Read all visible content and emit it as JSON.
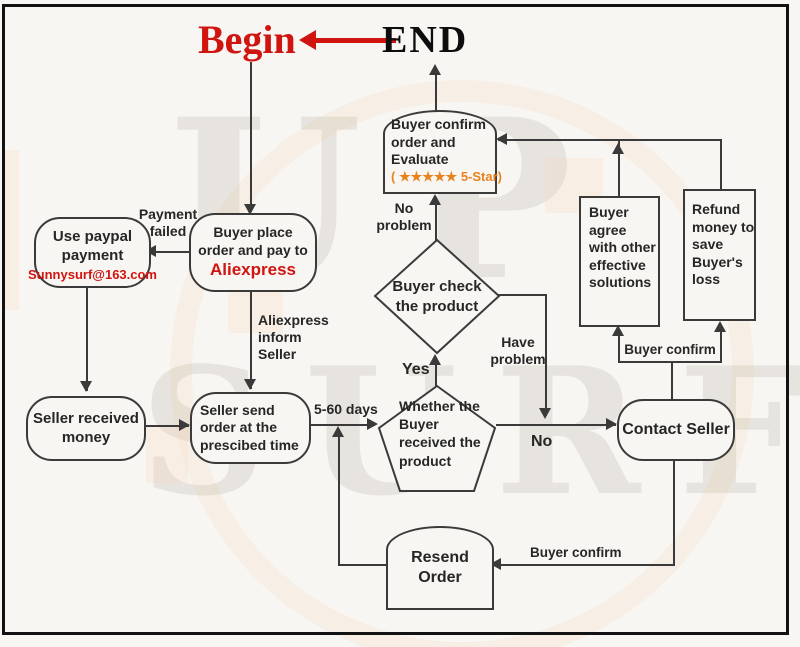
{
  "watermark": {
    "top": "UP",
    "bottom": "SURF"
  },
  "flow": {
    "begin": "Begin",
    "end": "END",
    "nodes": {
      "evaluate": {
        "text": "Buyer confirm order and Evaluate",
        "rating": "( ★★★★★ 5-Star)"
      },
      "paypal": {
        "text": "Use paypal payment",
        "email": "Sunnysurf@163.com"
      },
      "place_order": {
        "text": "Buyer place order and pay to",
        "platform": "Aliexpress"
      },
      "seller_received": {
        "text": "Seller received money"
      },
      "seller_send": {
        "text": "Seller send order at the prescibed time"
      },
      "whether_received": {
        "text": "Whether the Buyer received the product"
      },
      "buyer_check": {
        "text": "Buyer check the product"
      },
      "buyer_agree": {
        "text": "Buyer agree with other effective solutions"
      },
      "refund": {
        "text": "Refund money to save Buyer's loss"
      },
      "contact_seller": {
        "text": "Contact Seller"
      },
      "resend_order": {
        "text": "Resend Order"
      }
    },
    "labels": {
      "payment_failed": "Payment failed",
      "aliexpress_inform": "Aliexpress inform Seller",
      "shipping_days": "5-60 days",
      "yes": "Yes",
      "no_problem": "No problem",
      "have_problem": "Have problem",
      "no": "No",
      "buyer_confirm_solutions": "Buyer confirm",
      "buyer_confirm_resend": "Buyer confirm"
    }
  },
  "colors": {
    "accent_red": "#d01410",
    "rating_orange": "#e8821e",
    "line": "#3a3a3a",
    "background": "#f8f6f3"
  }
}
